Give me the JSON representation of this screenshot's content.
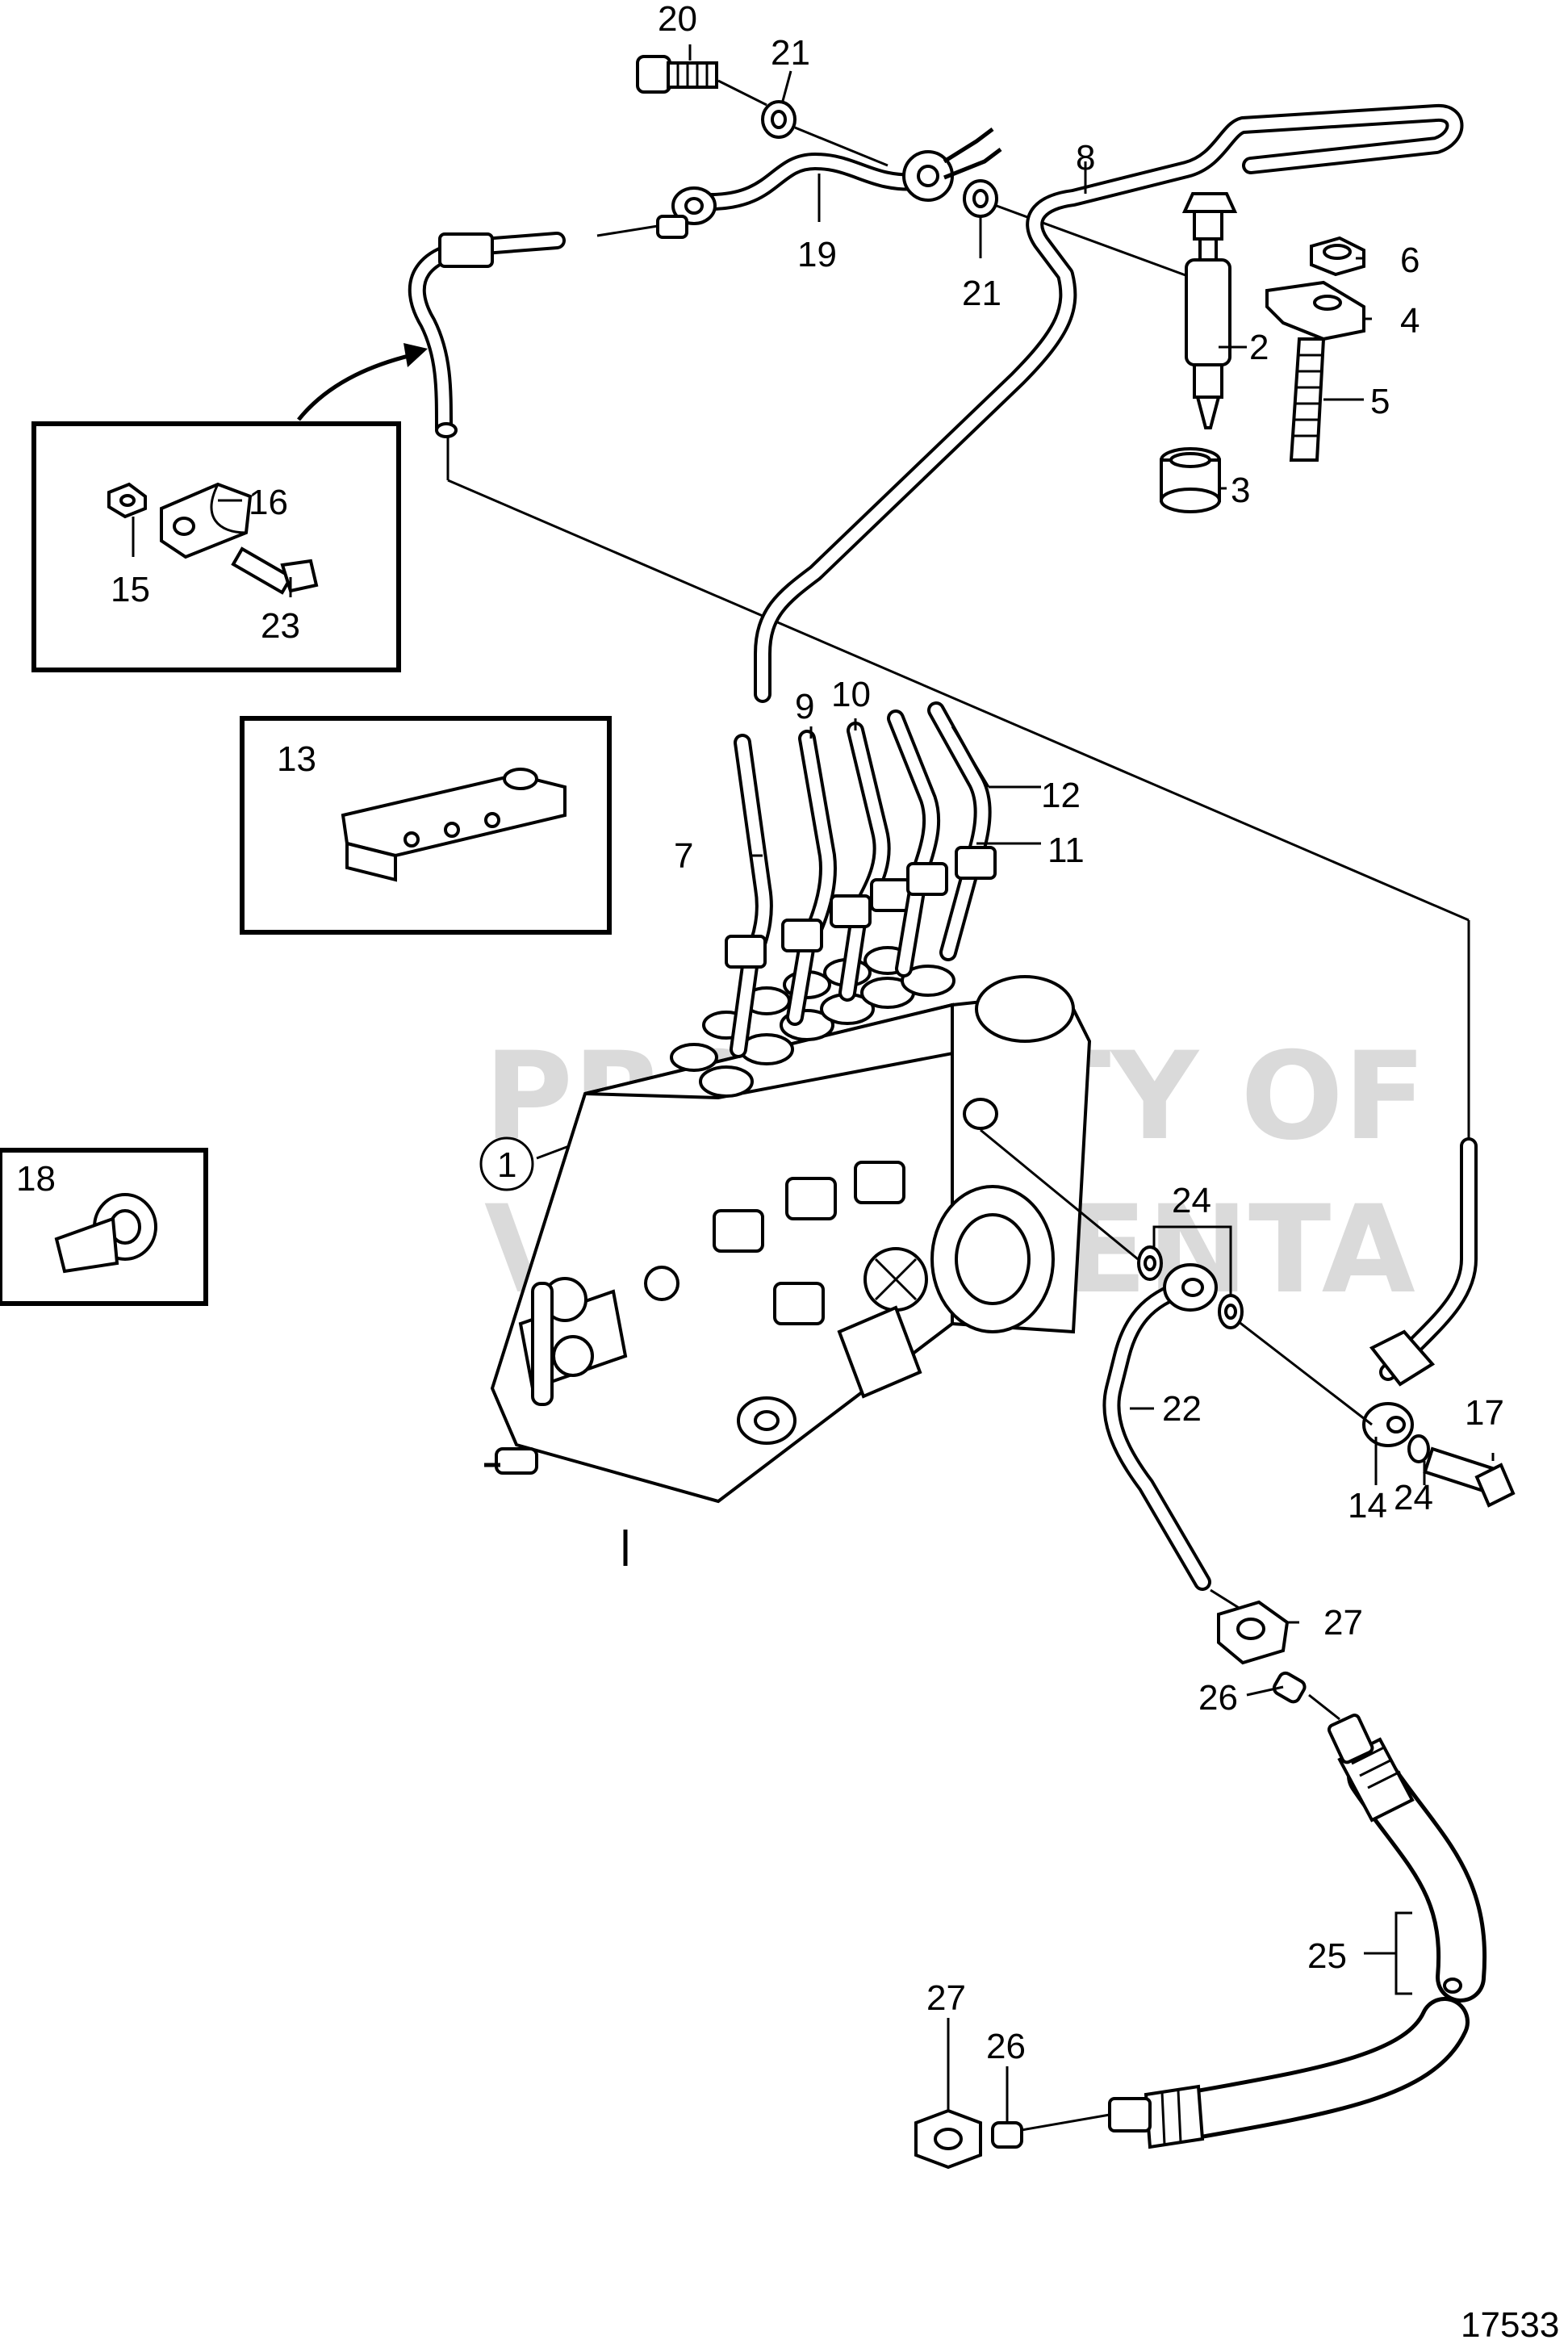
{
  "watermark": {
    "line1": "PROPERTY OF",
    "line2": "VOLVO PENTA"
  },
  "figure_number": "17533",
  "callouts": {
    "c1": "1",
    "c2": "2",
    "c3": "3",
    "c4": "4",
    "c5": "5",
    "c6": "6",
    "c7": "7",
    "c8": "8",
    "c9": "9",
    "c10": "10",
    "c11": "11",
    "c12": "12",
    "c13": "13",
    "c14": "14",
    "c15": "15",
    "c16": "16",
    "c17": "17",
    "c18": "18",
    "c19": "19",
    "c20": "20",
    "c21a": "21",
    "c21b": "21",
    "c22": "22",
    "c23": "23",
    "c24a": "24",
    "c24b": "24",
    "c25": "25",
    "c26a": "26",
    "c26b": "26",
    "c27a": "27",
    "c27b": "27"
  }
}
